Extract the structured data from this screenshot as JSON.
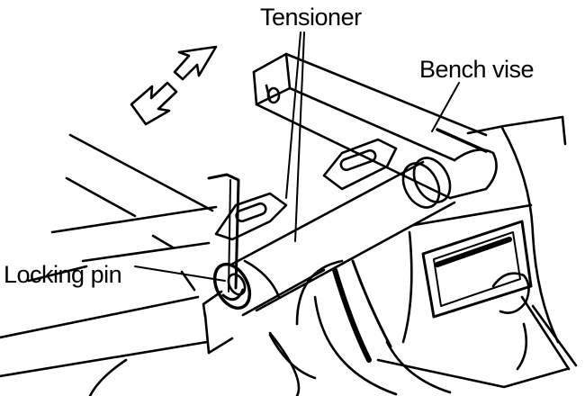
{
  "labels": {
    "tensioner": "Tensioner",
    "bench_vise": "Bench vise",
    "locking_pin": "Locking pin"
  },
  "colors": {
    "ink": "#000000",
    "paper": "#ffffff"
  }
}
